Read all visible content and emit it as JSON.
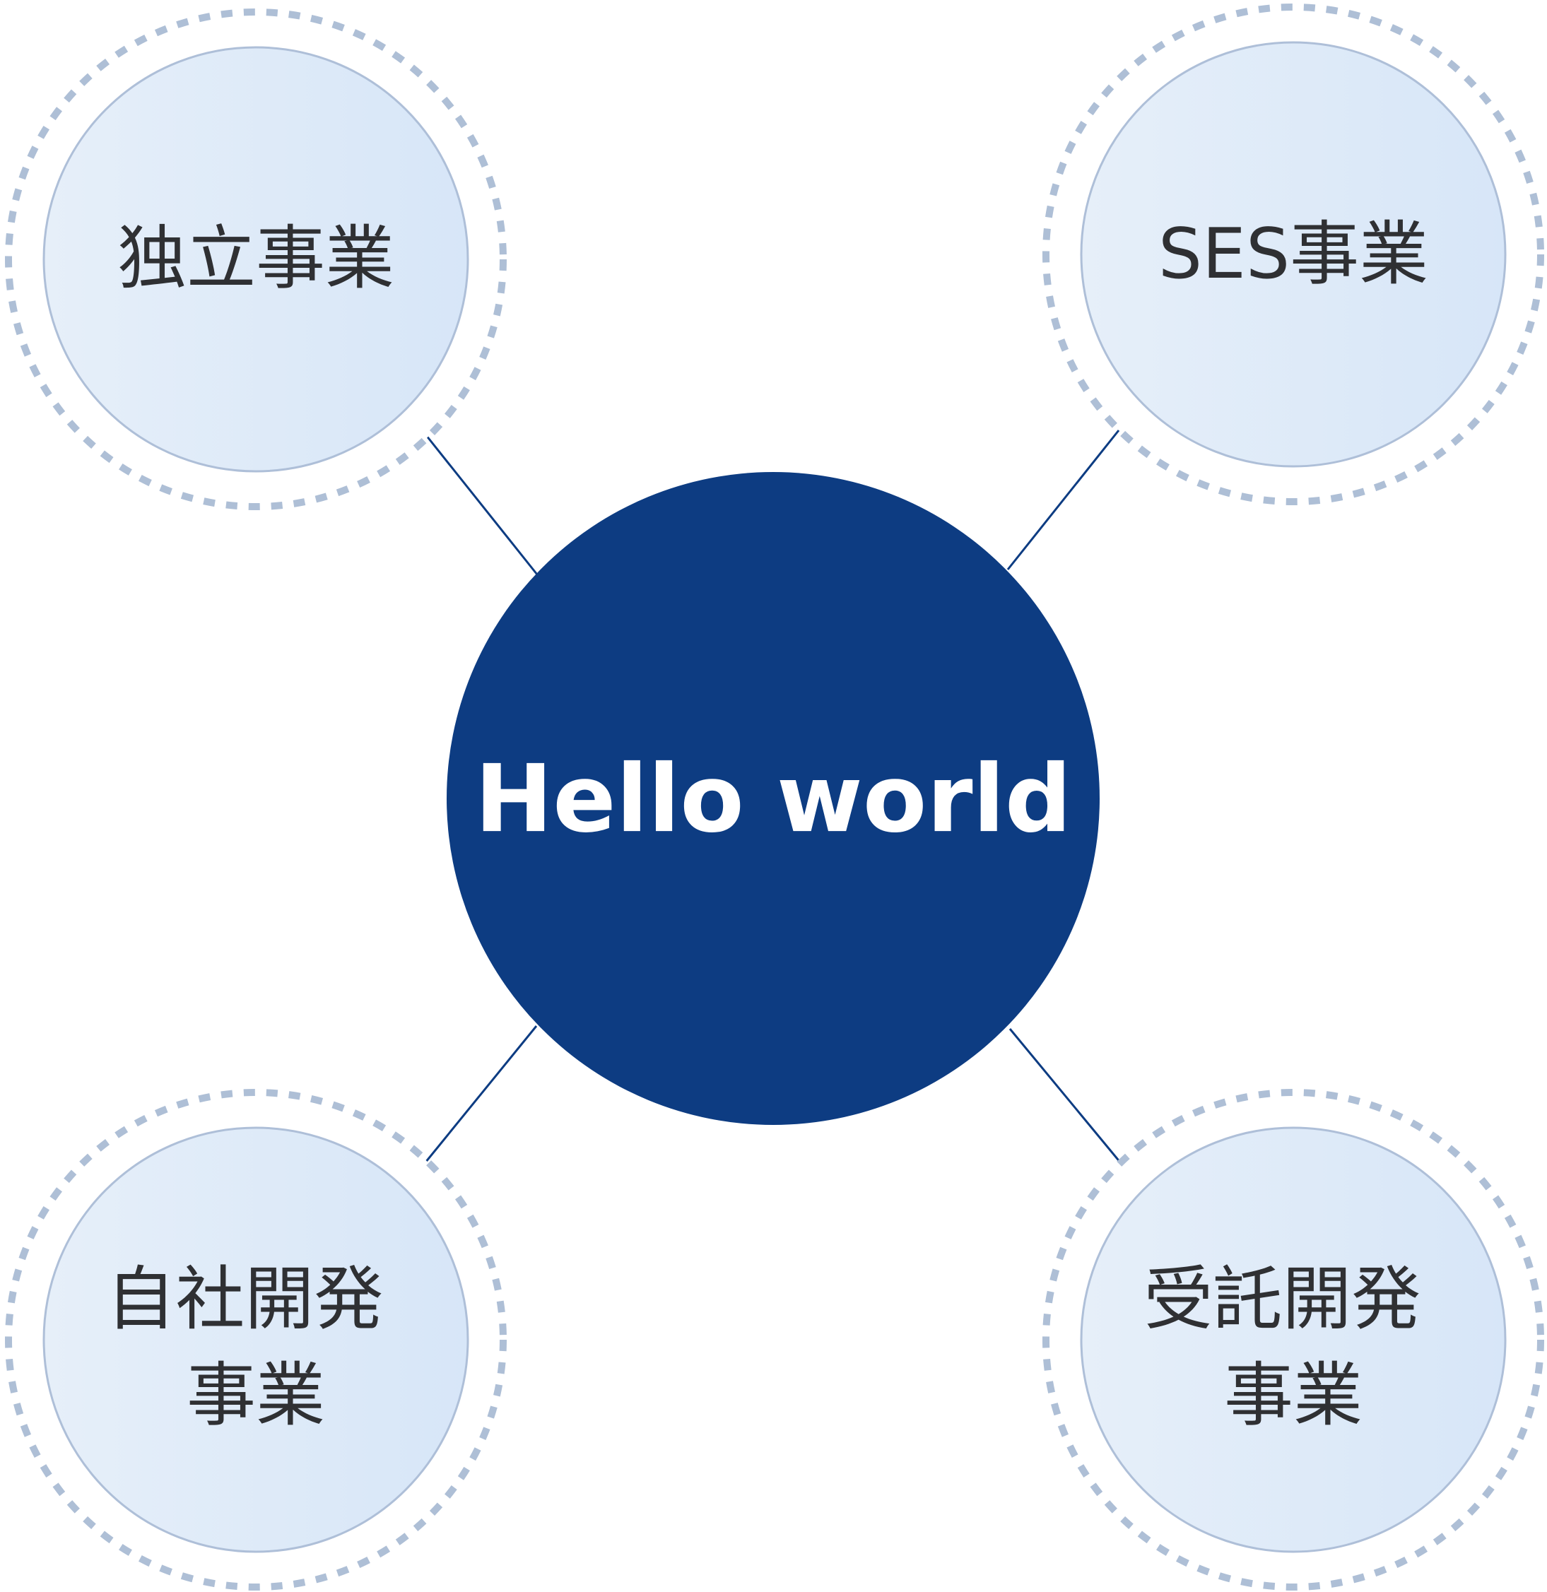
{
  "diagram": {
    "center": {
      "label": "Hello world"
    },
    "nodes": [
      {
        "id": "top-left",
        "lines": [
          "独立事業"
        ]
      },
      {
        "id": "top-right",
        "lines": [
          "SES事業"
        ]
      },
      {
        "id": "bottom-left",
        "lines": [
          "自社開発",
          "事業"
        ]
      },
      {
        "id": "bottom-right",
        "lines": [
          "受託開発",
          "事業"
        ]
      }
    ]
  },
  "colors": {
    "center_fill": "#0d3c82",
    "node_fill_start": "#e6eff9",
    "node_fill_end": "#d7e6f8",
    "node_border": "#aebfd8",
    "dashed_ring": "#aebfd6",
    "connector": "#0d3c82",
    "node_text": "#2f3033",
    "center_text": "#ffffff"
  }
}
